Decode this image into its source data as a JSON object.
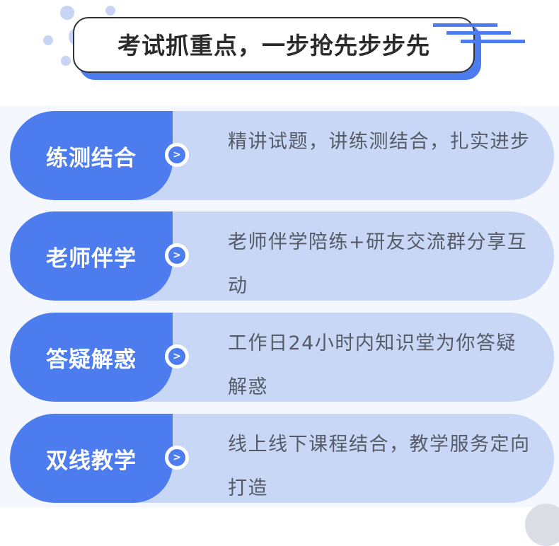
{
  "header": {
    "title": "考试抓重点，一步抢先步步先",
    "decorations": [
      "dots-cluster",
      "triple-lines"
    ]
  },
  "colors": {
    "accent": "#4d7cef",
    "card_bg": "#c9d7f7",
    "page_bg": "#f4f7fe",
    "text": "#565b66"
  },
  "cards": [
    {
      "label": "练测结合",
      "icon": "chevron-right-circle-icon",
      "arrow": ">",
      "description": "精讲试题，讲练测结合，扎实进步"
    },
    {
      "label": "老师伴学",
      "icon": "chevron-right-circle-icon",
      "arrow": ">",
      "description": "老师伴学陪练+研友交流群分享互动"
    },
    {
      "label": "答疑解惑",
      "icon": "chevron-right-circle-icon",
      "arrow": ">",
      "description": "工作日24小时内知识堂为你答疑解惑"
    },
    {
      "label": "双线教学",
      "icon": "chevron-right-circle-icon",
      "arrow": ">",
      "description": "线上线下课程结合，教学服务定向打造"
    }
  ]
}
